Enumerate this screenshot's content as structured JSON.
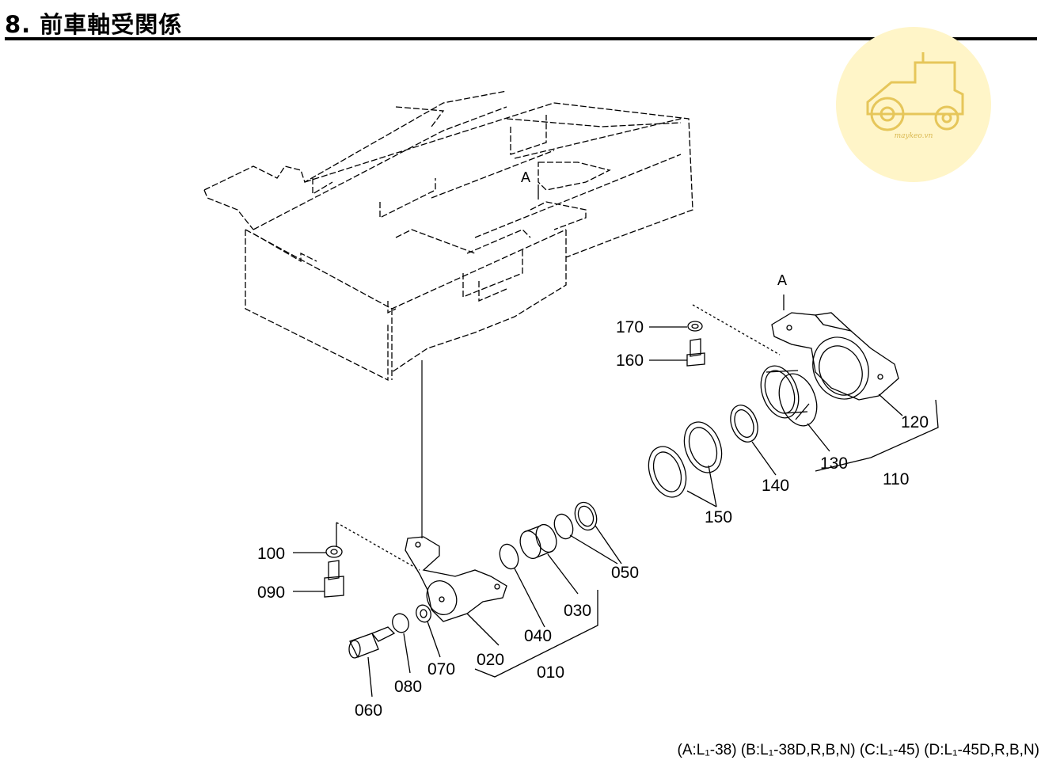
{
  "header": {
    "title": "8. 前車軸受関係"
  },
  "watermark": {
    "text": "maykeo.vn",
    "color": "#fff5c8",
    "icon": "tractor-icon"
  },
  "ref_marks": {
    "a_label": "A"
  },
  "parts": {
    "p010": "010",
    "p020": "020",
    "p030": "030",
    "p040": "040",
    "p050": "050",
    "p060": "060",
    "p070": "070",
    "p080": "080",
    "p090": "090",
    "p100": "100",
    "p110": "110",
    "p120": "120",
    "p130": "130",
    "p140": "140",
    "p150": "150",
    "p160": "160",
    "p170": "170"
  },
  "footer": {
    "text": "(A:L₁-38) (B:L₁-38D,R,B,N) (C:L₁-45) (D:L₁-45D,R,B,N)"
  }
}
